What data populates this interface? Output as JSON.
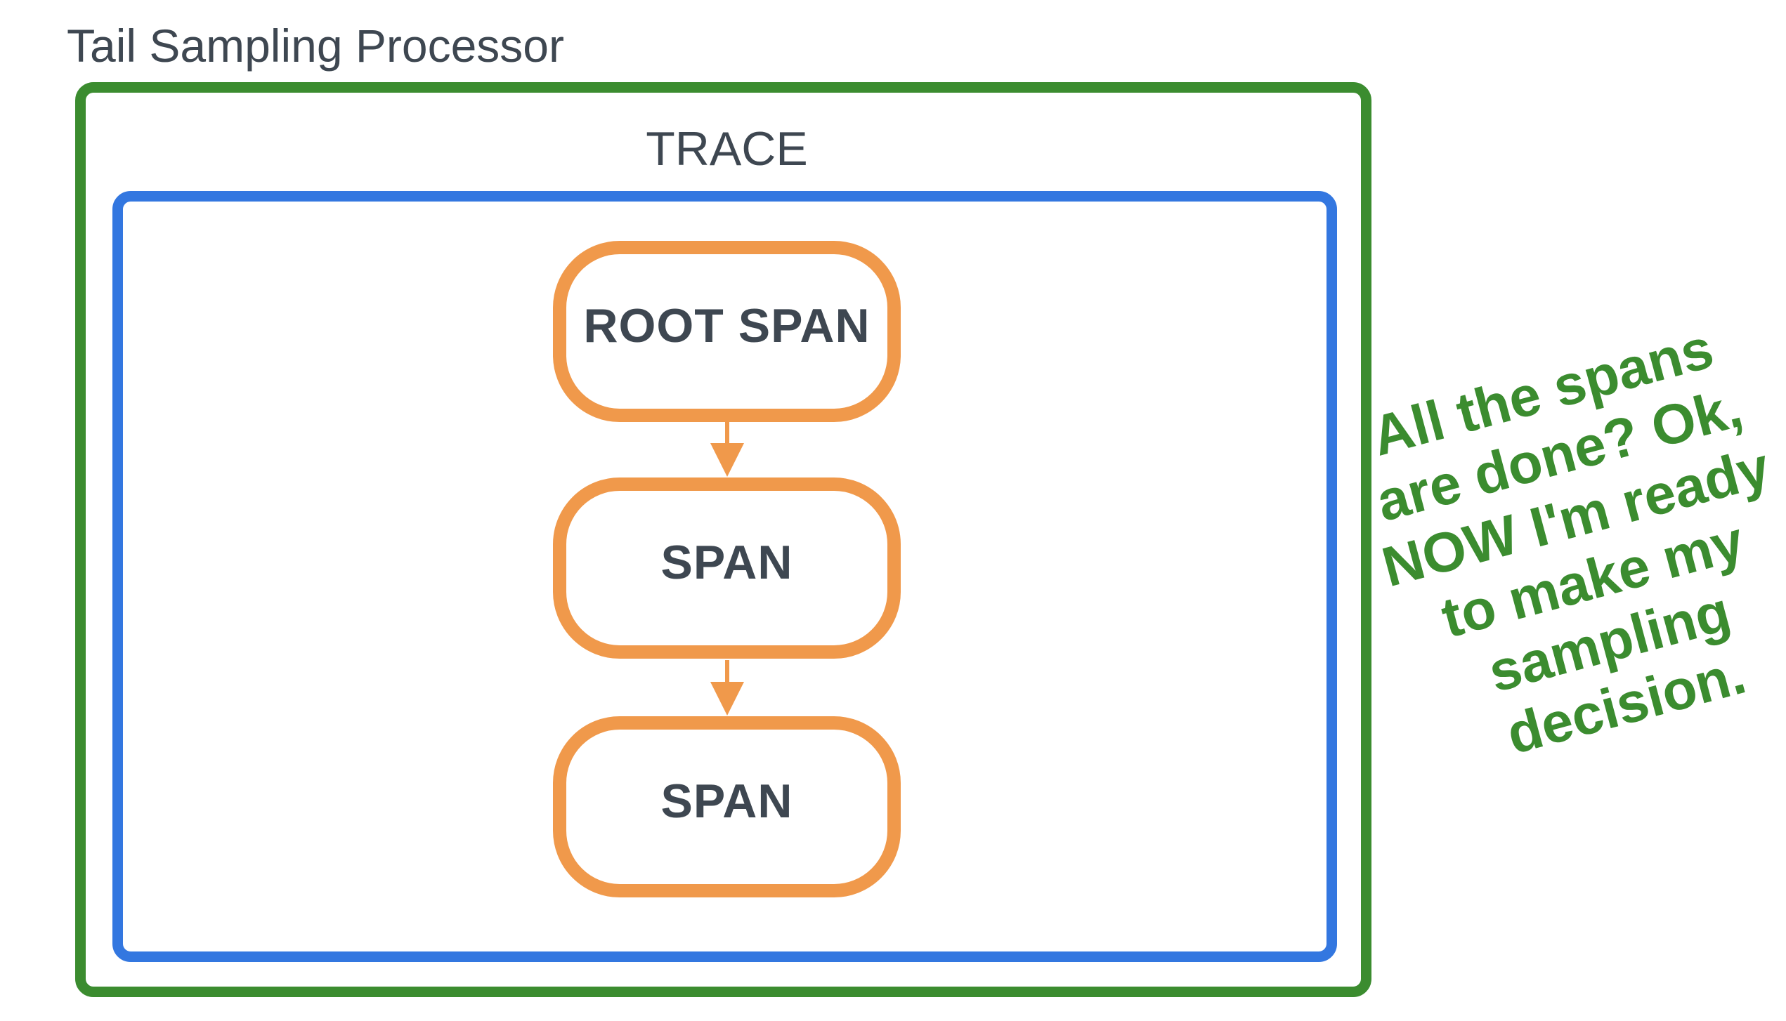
{
  "title": "Tail Sampling Processor",
  "trace": {
    "label": "TRACE"
  },
  "nodes": [
    {
      "label": "ROOT SPAN"
    },
    {
      "label": "SPAN"
    },
    {
      "label": "SPAN"
    }
  ],
  "connectors": [
    {
      "from": "ROOT SPAN",
      "to": "SPAN",
      "icon": "arrow-down-icon"
    },
    {
      "from": "SPAN",
      "to": "SPAN",
      "icon": "arrow-down-icon"
    }
  ],
  "annotation": {
    "lines": [
      "All the spans",
      "are done? Ok,",
      "NOW I'm ready",
      "to make my",
      "sampling",
      "decision."
    ]
  },
  "colors": {
    "green": "#3B8C2F",
    "blue": "#3377E0",
    "orange": "#F0994B",
    "ink": "#3E4751",
    "background": "#FFFFFF"
  }
}
